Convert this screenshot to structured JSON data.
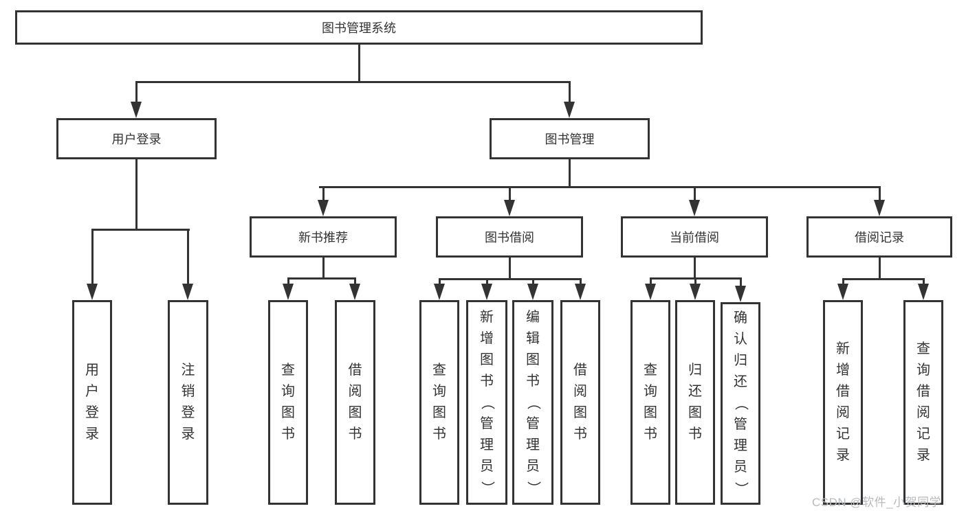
{
  "diagram": {
    "title": "图书管理系统",
    "branches": [
      {
        "label": "用户登录",
        "children": [
          {
            "label": "用户登录"
          },
          {
            "label": "注销登录"
          }
        ]
      },
      {
        "label": "图书管理",
        "children": [
          {
            "label": "新书推荐",
            "children": [
              {
                "label": "查询图书"
              },
              {
                "label": "借阅图书"
              }
            ]
          },
          {
            "label": "图书借阅",
            "children": [
              {
                "label": "查询图书"
              },
              {
                "label": "新增图书（管理员）"
              },
              {
                "label": "编辑图书（管理员）"
              },
              {
                "label": "借阅图书"
              }
            ]
          },
          {
            "label": "当前借阅",
            "children": [
              {
                "label": "查询图书"
              },
              {
                "label": "归还图书"
              },
              {
                "label": "确认归还（管理员）"
              }
            ]
          },
          {
            "label": "借阅记录",
            "children": [
              {
                "label": "新增借阅记录"
              },
              {
                "label": "查询借阅记录"
              }
            ]
          }
        ]
      }
    ]
  },
  "watermark": {
    "text": "CSDN @软件_小贺同学"
  },
  "colors": {
    "line": "#333333",
    "text": "#333333",
    "watermark": "#b9babd",
    "background": "#ffffff"
  }
}
